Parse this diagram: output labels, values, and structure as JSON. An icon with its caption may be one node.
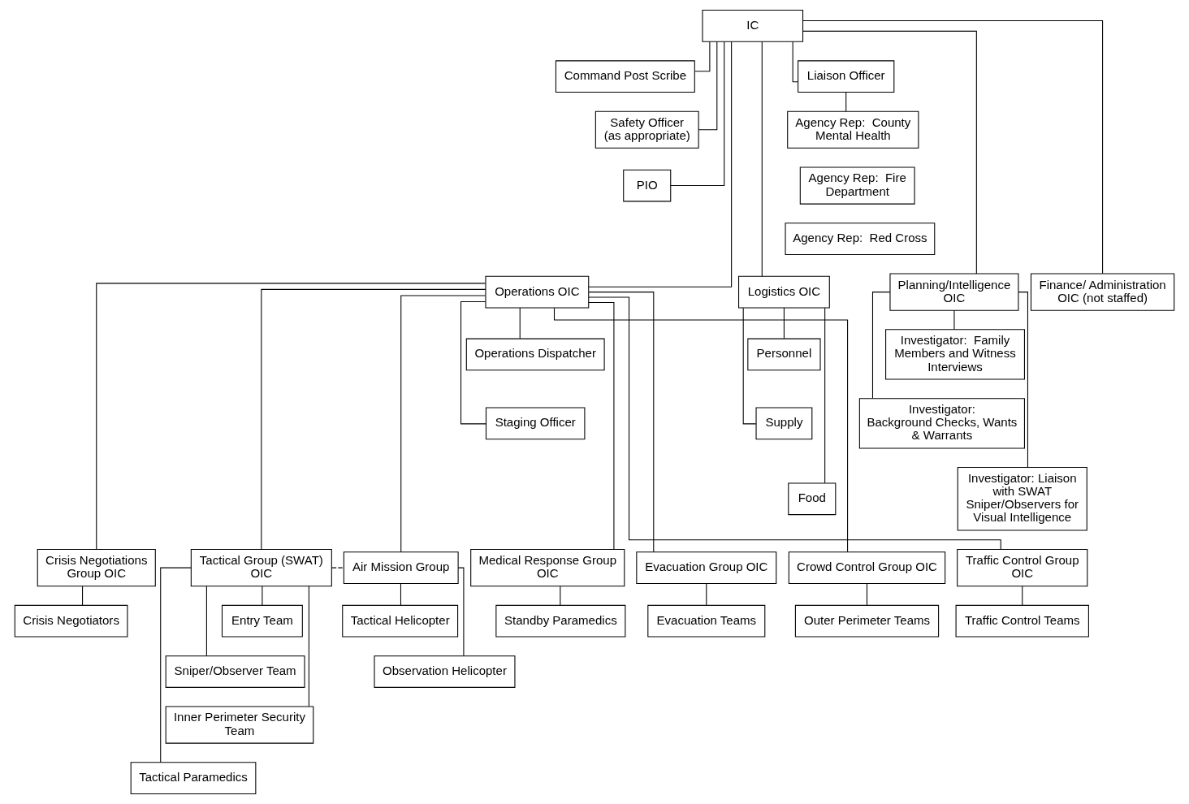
{
  "diagram": {
    "nodes": [
      {
        "text": [
          "IC"
        ]
      },
      {
        "text": [
          "Command Post Scribe"
        ]
      },
      {
        "text": [
          "Liaison Officer"
        ]
      },
      {
        "text": [
          "Safety Officer",
          "(as appropriate)"
        ]
      },
      {
        "text": [
          "PIO"
        ]
      },
      {
        "text": [
          "Agency Rep:  County Mental Health"
        ]
      },
      {
        "text": [
          "Agency Rep:  Fire Department"
        ]
      },
      {
        "text": [
          "Agency Rep:  Red Cross"
        ]
      },
      {
        "text": [
          "Operations OIC"
        ]
      },
      {
        "text": [
          "Planning/Intelligence OIC"
        ]
      },
      {
        "text": [
          "Logistics OIC"
        ]
      },
      {
        "text": [
          "Finance/ Administration OIC (not staffed)"
        ]
      },
      {
        "text": [
          "Operations Dispatcher"
        ]
      },
      {
        "text": [
          "Staging Officer"
        ]
      },
      {
        "text": [
          "Investigator:  Family Members and Witness Interviews"
        ]
      },
      {
        "text": [
          "Investigator:  Background Checks, Wants & Warrants"
        ]
      },
      {
        "text": [
          "Investigator: Liaison with SWAT Sniper/Observers for Visual Intelligence"
        ]
      },
      {
        "text": [
          "Personnel"
        ]
      },
      {
        "text": [
          "Supply"
        ]
      },
      {
        "text": [
          "Food"
        ]
      },
      {
        "text": [
          "Medical Response Group OIC"
        ]
      },
      {
        "text": [
          "Evacuation Group OIC"
        ]
      },
      {
        "text": [
          "Traffic Control Group OIC"
        ]
      },
      {
        "text": [
          "Crowd Control Group OIC"
        ]
      },
      {
        "text": [
          "Crisis Negotiations Group OIC"
        ]
      },
      {
        "text": [
          "Tactical Group (SWAT) OIC"
        ]
      },
      {
        "text": [
          "Air Mission Group"
        ]
      },
      {
        "text": [
          "Standby Paramedics"
        ]
      },
      {
        "text": [
          "Evacuation Teams"
        ]
      },
      {
        "text": [
          "Traffic Control Teams"
        ]
      },
      {
        "text": [
          "Outer Perimeter Teams"
        ]
      },
      {
        "text": [
          "Crisis Negotiators"
        ]
      },
      {
        "text": [
          "Entry Team"
        ]
      },
      {
        "text": [
          "Sniper/Observer Team"
        ]
      },
      {
        "text": [
          "Inner Perimeter Security Team"
        ]
      },
      {
        "text": [
          "Tactical Paramedics"
        ]
      },
      {
        "text": [
          "Tactical Helicopter"
        ]
      },
      {
        "text": [
          "Observation Helicopter"
        ]
      }
    ],
    "edges": [
      {
        "from": 0,
        "to": 1,
        "arrow": "none"
      },
      {
        "from": 0,
        "to": 2,
        "arrow": "none"
      },
      {
        "from": 0,
        "to": 3,
        "arrow": "none"
      },
      {
        "from": 0,
        "to": 4,
        "arrow": "none"
      },
      {
        "from": 2,
        "to": 5,
        "arrow": "none"
      },
      {
        "from": 0,
        "to": 8,
        "arrow": "none"
      },
      {
        "from": 0,
        "to": 9,
        "arrow": "none"
      },
      {
        "from": 0,
        "to": 10,
        "arrow": "none"
      },
      {
        "from": 0,
        "to": 11,
        "arrow": "none"
      },
      {
        "from": 8,
        "to": 12,
        "arrow": "none"
      },
      {
        "from": 8,
        "to": 13,
        "arrow": "none"
      },
      {
        "from": 9,
        "to": 14,
        "arrow": "none"
      },
      {
        "from": 9,
        "to": 15,
        "arrow": "none"
      },
      {
        "from": 9,
        "to": 16,
        "arrow": "none"
      },
      {
        "from": 10,
        "to": 17,
        "arrow": "none"
      },
      {
        "from": 10,
        "to": 18,
        "arrow": "none"
      },
      {
        "from": 10,
        "to": 19,
        "arrow": "none"
      },
      {
        "from": 8,
        "to": 20,
        "arrow": "none"
      },
      {
        "from": 8,
        "to": 21,
        "arrow": "none"
      },
      {
        "from": 8,
        "to": 22,
        "arrow": "none"
      },
      {
        "from": 8,
        "to": 23,
        "arrow": "none"
      },
      {
        "from": 8,
        "to": 24,
        "arrow": "none"
      },
      {
        "from": 8,
        "to": 25,
        "arrow": "none"
      },
      {
        "from": 8,
        "to": 26,
        "arrow": "none"
      },
      {
        "from": 20,
        "to": 27,
        "arrow": "none"
      },
      {
        "from": 21,
        "to": 28,
        "arrow": "none"
      },
      {
        "from": 22,
        "to": 29,
        "arrow": "none"
      },
      {
        "from": 23,
        "to": 30,
        "arrow": "none"
      },
      {
        "from": 24,
        "to": 31,
        "arrow": "none"
      },
      {
        "from": 25,
        "to": 32,
        "arrow": "none"
      },
      {
        "from": 25,
        "to": 33,
        "arrow": "none"
      },
      {
        "from": 25,
        "to": 34,
        "arrow": "none"
      },
      {
        "from": 25,
        "to": 35,
        "arrow": "none"
      },
      {
        "from": 25,
        "to": 26,
        "arrow": "none",
        "style": "dashed"
      },
      {
        "from": 26,
        "to": 36,
        "arrow": "none"
      },
      {
        "from": 26,
        "to": 37,
        "arrow": "none"
      }
    ]
  }
}
